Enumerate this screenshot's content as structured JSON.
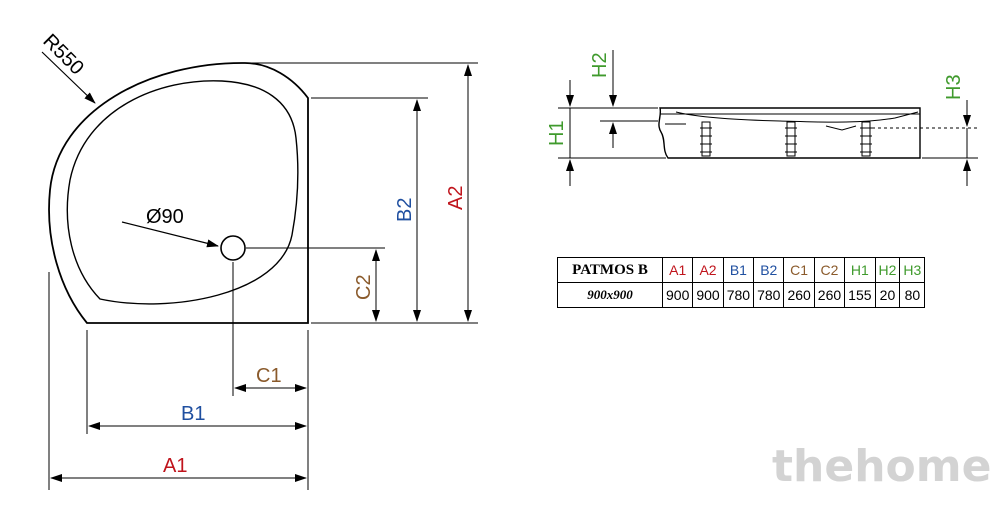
{
  "labels": {
    "radius": "R550",
    "diameter": "Ø90",
    "a1": "A1",
    "a2": "A2",
    "b1": "B1",
    "b2": "B2",
    "c1": "C1",
    "c2": "C2",
    "h1": "H1",
    "h2": "H2",
    "h3": "H3"
  },
  "colors": {
    "red": "#c0141c",
    "blue": "#1f4fa0",
    "brown": "#8a5a2b",
    "green": "#3f9a2c"
  },
  "table": {
    "model": "PATMOS B",
    "size": "900x900",
    "headers": [
      "A1",
      "A2",
      "B1",
      "B2",
      "C1",
      "C2",
      "H1",
      "H2",
      "H3"
    ],
    "values": [
      "900",
      "900",
      "780",
      "780",
      "260",
      "260",
      "155",
      "20",
      "80"
    ]
  },
  "watermark": "thehome"
}
